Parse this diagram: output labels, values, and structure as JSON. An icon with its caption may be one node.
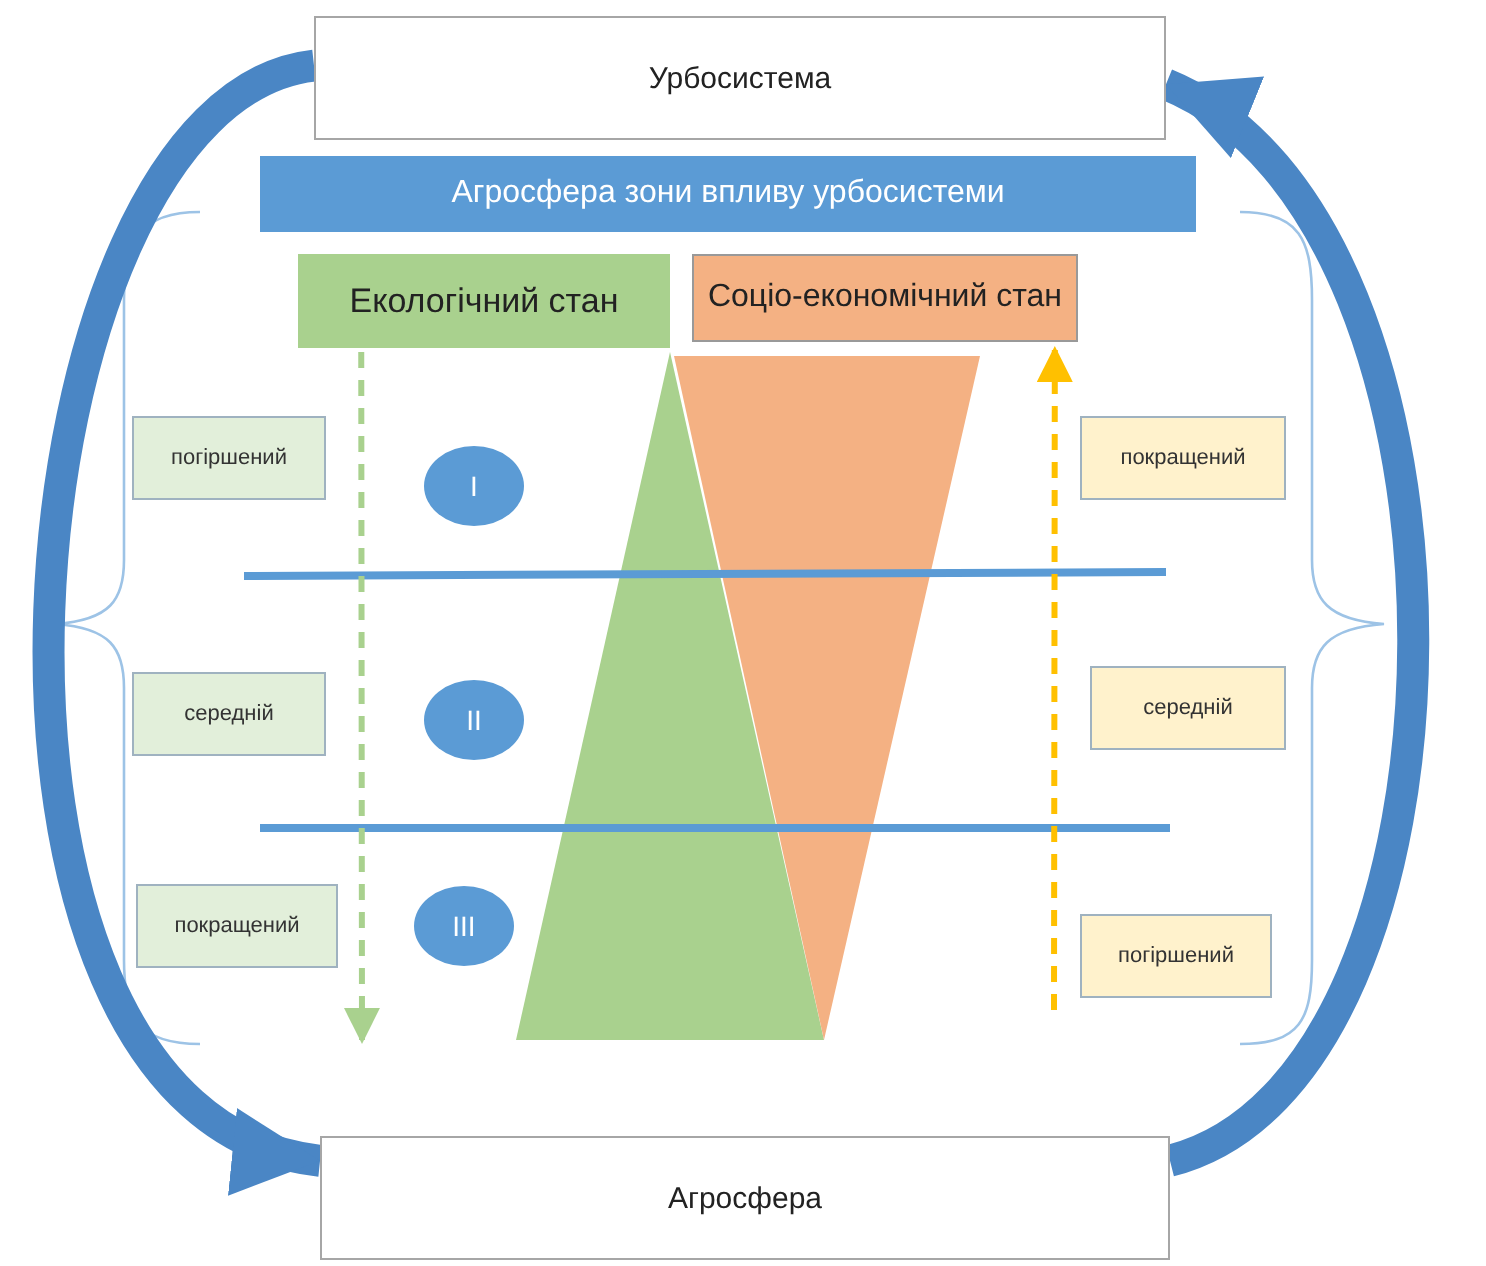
{
  "diagram": {
    "nodes": [
      {
        "text": [
          "Урбосистема"
        ]
      },
      {
        "text": [
          "Агросфера зони впливу урбосистеми"
        ]
      },
      {
        "text": [
          "Екологічний стан"
        ]
      },
      {
        "text": [
          "Соціо-економічний стан"
        ]
      },
      {
        "text": [
          "погіршений"
        ]
      },
      {
        "text": [
          "середній"
        ]
      },
      {
        "text": [
          "покращений"
        ]
      },
      {
        "text": [
          "I"
        ]
      },
      {
        "text": [
          "II"
        ]
      },
      {
        "text": [
          "III"
        ]
      },
      {
        "text": [
          "покращений"
        ]
      },
      {
        "text": [
          "середній"
        ]
      },
      {
        "text": [
          "погіршений"
        ]
      },
      {
        "text": [
          "Агросфера"
        ]
      },
      {
        "text": [],
        "shape": "triangle"
      },
      {
        "text": [],
        "shape": "triangle"
      }
    ],
    "edges": [
      {
        "from": 0,
        "to": 13,
        "arrow": "to",
        "style": "thick"
      },
      {
        "from": 13,
        "to": 0,
        "arrow": "to",
        "style": "thick"
      },
      {
        "from": 2,
        "to": null,
        "arrow": "to",
        "style": "dashed",
        "color": "#a9d18e"
      },
      {
        "from": null,
        "to": 3,
        "arrow": "to",
        "style": "dashed",
        "color": "#ffc000"
      }
    ]
  }
}
